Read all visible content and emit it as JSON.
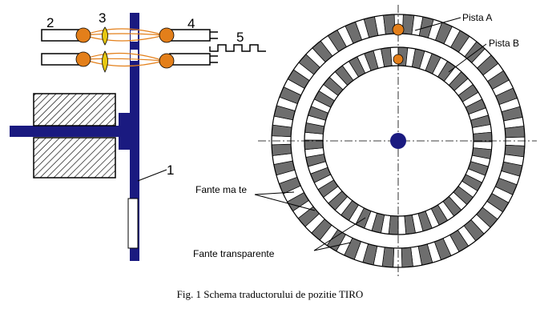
{
  "labels": {
    "n1": "1",
    "n2": "2",
    "n3": "3",
    "n4": "4",
    "n5": "5",
    "pista_a": "Pista A",
    "pista_b": "Pista B",
    "fante_mate": "Fante ma te",
    "fante_transparente": "Fante transparente"
  },
  "caption": "Fig. 1 Schema traductorului de pozitie TIRO",
  "colors": {
    "disc": "#1a1a80",
    "led": "#e37f1a",
    "ray": "#e37f1a",
    "lens": "#e8c810",
    "opaque_slot": "#6e6e6e",
    "track_outline": "#000000"
  },
  "track_a": {
    "slots": 40
  },
  "track_b": {
    "slots": 34
  }
}
